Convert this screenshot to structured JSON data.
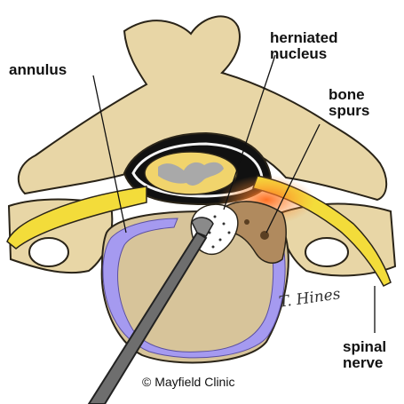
{
  "labels": {
    "annulus": "annulus",
    "herniated_nucleus": "herniated\nnucleus",
    "bone_spurs": "bone\nspurs",
    "spinal_nerve": "spinal\nnerve"
  },
  "signature": "T. Hines",
  "copyright": "© Mayfield Clinic",
  "colors": {
    "bone": "#e8d6a6",
    "bone_outline": "#2a2418",
    "disc": "#d7c49a",
    "annulus": "#a59af0",
    "nerve": "#f3dc3a",
    "canal": "#111111",
    "spinal_cord": "#f1d46c",
    "gray_matter": "#a9a9a9",
    "inflammation": "#f27a2a",
    "spurs": "#b08a5e",
    "instrument": "#6e6e6e",
    "background": "#ffffff"
  }
}
